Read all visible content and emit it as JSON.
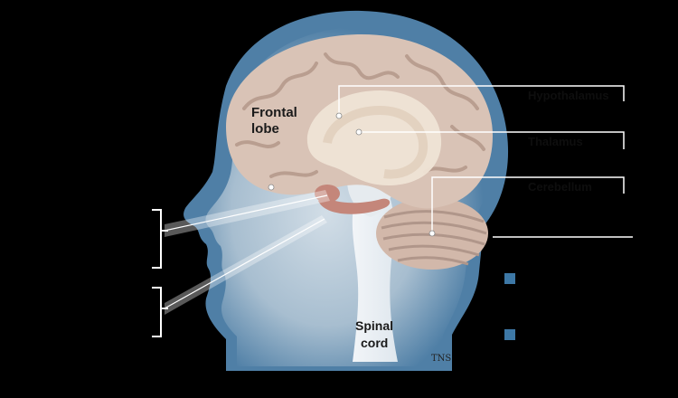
{
  "labels": {
    "frontal_lobe_1": "Frontal",
    "frontal_lobe_2": "lobe",
    "hypothalamus": "Hypothalamus",
    "thalamus": "Thalamus",
    "cerebellum": "Cerebellum",
    "spinal_cord_1": "Spinal",
    "spinal_cord_2": "cord"
  },
  "credit": "TNS",
  "colors": {
    "background": "#000000",
    "head": "#4f7fa6",
    "head_light": "#c9d6e0",
    "brain": "#d9c3b6",
    "brain_fold": "#b99e90",
    "limbic": "#efe4d6",
    "amygdala": "#c4867a",
    "legend_swatch": "#3d78a6"
  }
}
